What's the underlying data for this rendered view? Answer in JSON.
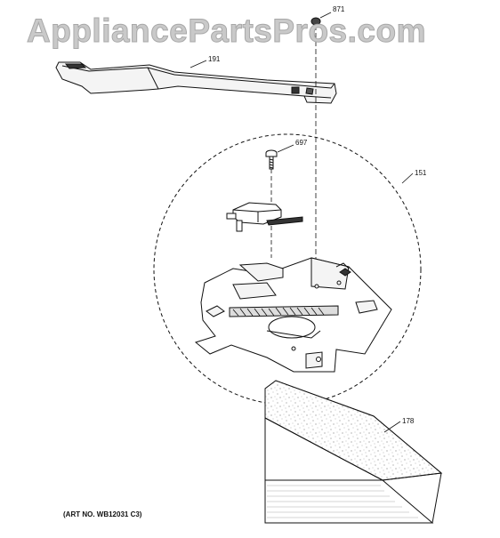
{
  "watermark": "AppliancePartsPros.com",
  "parts": [
    {
      "id": "871"
    },
    {
      "id": "191"
    },
    {
      "id": "697"
    },
    {
      "id": "151"
    },
    {
      "id": "178"
    }
  ],
  "art_number": "(ART NO. WB12031 C3)"
}
